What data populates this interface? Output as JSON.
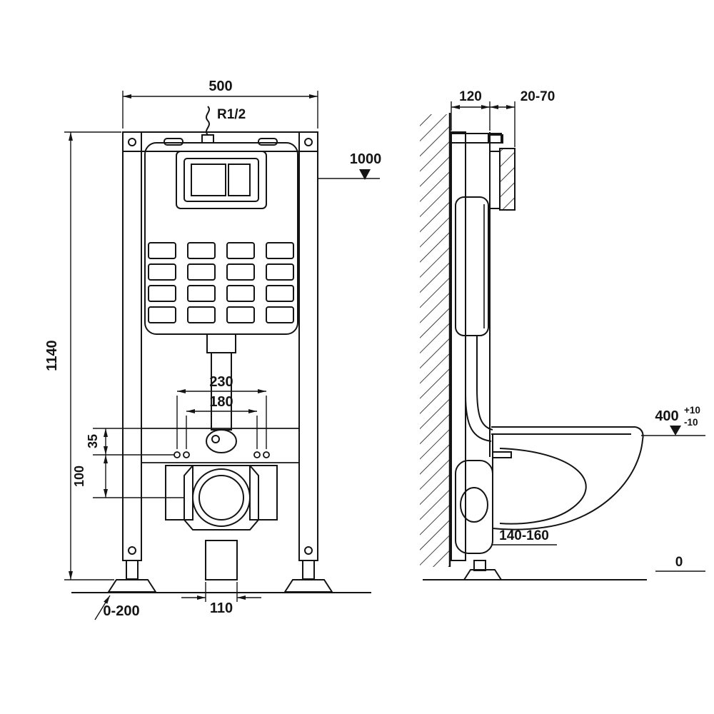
{
  "front_view": {
    "width": "500",
    "water_inlet": "R1/2",
    "flush_plate_height": "1000",
    "frame_height": "1140",
    "fixing_span_outer": "230",
    "fixing_span_inner": "180",
    "offset_100": "100",
    "offset_35": "35",
    "outlet_width": "110",
    "foot_adjust": "0-200"
  },
  "side_view": {
    "frame_depth": "120",
    "front_clearance": "20-70",
    "bowl_height": "400",
    "bowl_tol_plus": "+10",
    "bowl_tol_minus": "-10",
    "outlet_height": "140-160",
    "floor_level": "0"
  }
}
